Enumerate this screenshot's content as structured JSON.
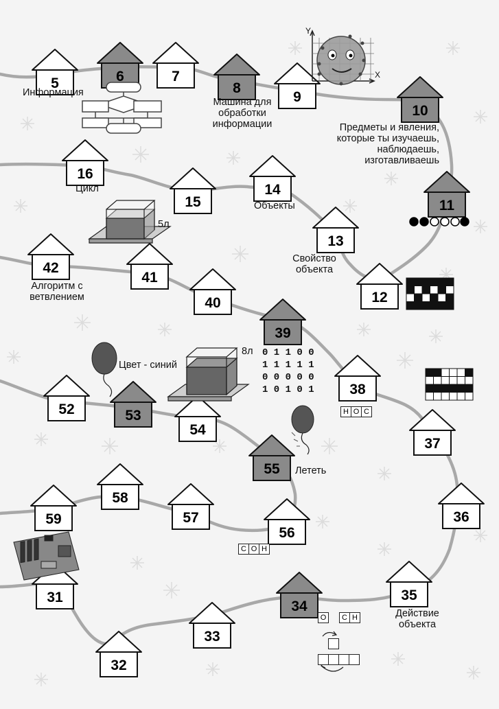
{
  "houses": [
    {
      "n": "5",
      "shade": "light"
    },
    {
      "n": "6",
      "shade": "dark"
    },
    {
      "n": "7",
      "shade": "light"
    },
    {
      "n": "8",
      "shade": "dark"
    },
    {
      "n": "9",
      "shade": "light"
    },
    {
      "n": "10",
      "shade": "dark"
    },
    {
      "n": "11",
      "shade": "dark"
    },
    {
      "n": "12",
      "shade": "light"
    },
    {
      "n": "13",
      "shade": "light"
    },
    {
      "n": "14",
      "shade": "light"
    },
    {
      "n": "15",
      "shade": "light"
    },
    {
      "n": "16",
      "shade": "light"
    },
    {
      "n": "42",
      "shade": "light"
    },
    {
      "n": "41",
      "shade": "light"
    },
    {
      "n": "40",
      "shade": "light"
    },
    {
      "n": "39",
      "shade": "dark"
    },
    {
      "n": "38",
      "shade": "light"
    },
    {
      "n": "37",
      "shade": "light"
    },
    {
      "n": "52",
      "shade": "light"
    },
    {
      "n": "53",
      "shade": "dark"
    },
    {
      "n": "54",
      "shade": "light"
    },
    {
      "n": "55",
      "shade": "dark"
    },
    {
      "n": "36",
      "shade": "light"
    },
    {
      "n": "59",
      "shade": "light"
    },
    {
      "n": "58",
      "shade": "light"
    },
    {
      "n": "57",
      "shade": "light"
    },
    {
      "n": "56",
      "shade": "light"
    },
    {
      "n": "31",
      "shade": "light"
    },
    {
      "n": "32",
      "shade": "light"
    },
    {
      "n": "33",
      "shade": "light"
    },
    {
      "n": "34",
      "shade": "dark"
    },
    {
      "n": "35",
      "shade": "light"
    }
  ],
  "labels": {
    "informatsiya": "Информация",
    "mashina": [
      "Машина для",
      "обработки",
      "информации"
    ],
    "predmety": [
      "Предметы и явления,",
      "которые ты изучаешь,",
      "наблюдаешь,",
      "изготавливаешь"
    ],
    "tsikl": "Цикл",
    "obekty": "Объекты",
    "svoistvo": [
      "Свойство",
      "объекта"
    ],
    "algoritm": [
      "Алгоритм с",
      "ветвлением"
    ],
    "tsvet": "Цвет - синий",
    "letet": "Лететь",
    "deistvie": [
      "Действие",
      "объекта"
    ],
    "vol_5": "5л",
    "vol_8": "8л",
    "axis_y": "Y",
    "axis_x": "X"
  },
  "binary_rows": [
    "0 1 1 0 0",
    "1 1 1 1 1",
    "0 0 0 0 0",
    "1 0 1 0 1"
  ],
  "word_nos": [
    "Н",
    "О",
    "С"
  ],
  "word_son": [
    "С",
    "О",
    "Н"
  ],
  "word_34_top": [
    "О",
    "",
    "С",
    "Н"
  ],
  "colors": {
    "house_light": "#ffffff",
    "house_dark": "#8a8a8a",
    "path": "#a8a8a8",
    "paper": "#f4f4f4"
  }
}
